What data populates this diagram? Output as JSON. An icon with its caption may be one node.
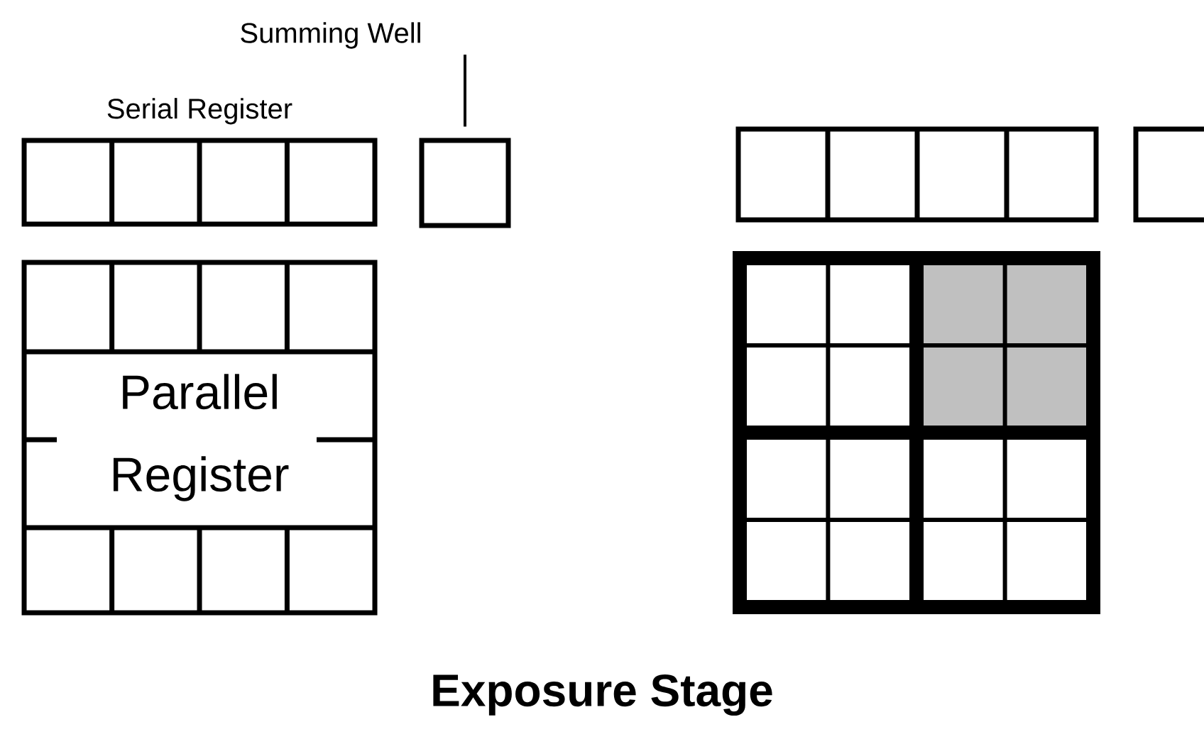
{
  "diagram": {
    "caption": "Exposure Stage",
    "nodes": [
      {
        "text": [
          "Summing Well"
        ]
      },
      {
        "text": [
          "Serial Register"
        ]
      },
      {
        "text": [],
        "shape": "box"
      },
      {
        "text": [],
        "shape": "box"
      },
      {
        "text": [],
        "shape": "box"
      },
      {
        "text": [
          "Parallel Register"
        ]
      },
      {
        "text": [],
        "shape": "box"
      }
    ],
    "edges": [
      {
        "from": 0,
        "to": 2,
        "arrow": "none"
      }
    ]
  }
}
